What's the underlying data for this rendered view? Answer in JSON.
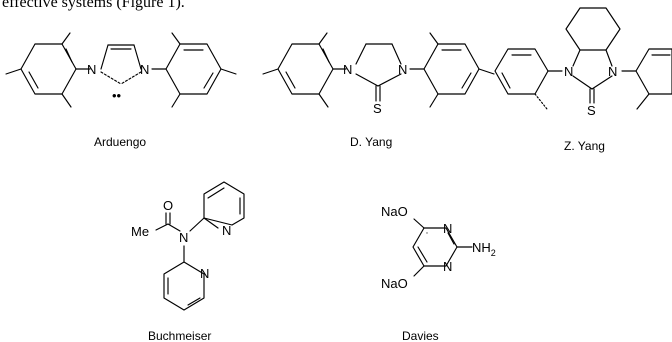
{
  "intro_text": "effective systems (Figure 1).",
  "captions": {
    "arduengo": "Arduengo",
    "d_yang": "D. Yang",
    "z_yang": "Z. Yang",
    "buchmeiser": "Buchmeiser",
    "davies": "Davies"
  },
  "atoms": {
    "n": "N",
    "s": "S",
    "o": "O",
    "me": "Me",
    "nao": "NaO",
    "nh": "NH",
    "nh_sub": "2",
    "carbene_dots": "••"
  }
}
